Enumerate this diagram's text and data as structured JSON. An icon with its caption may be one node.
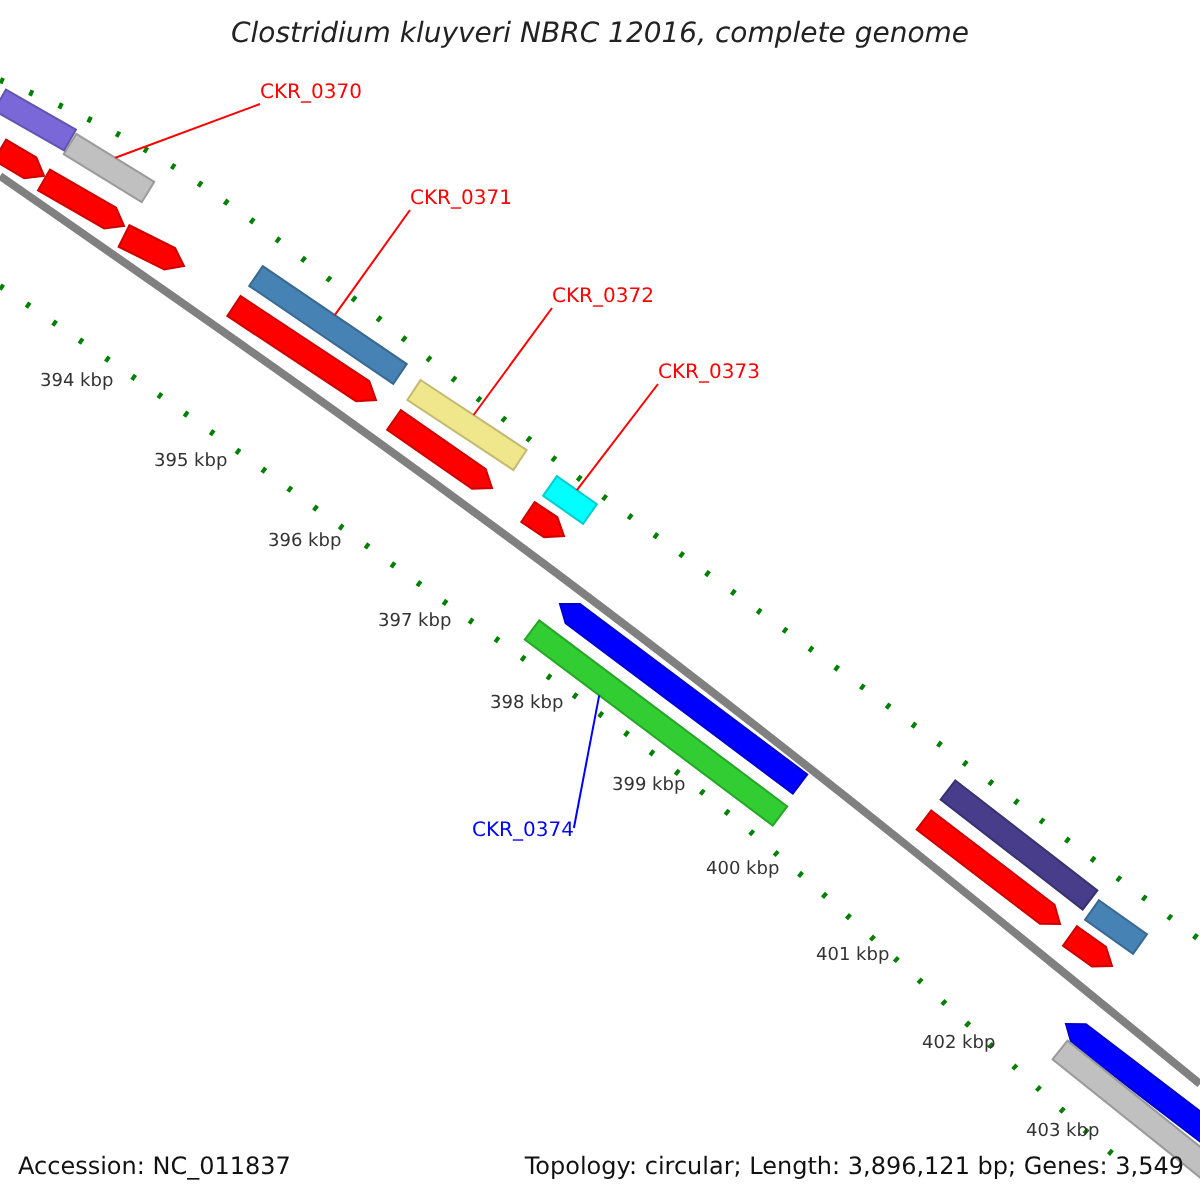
{
  "diagram": {
    "title": "Clostridium kluyveri NBRC 12016, complete genome",
    "nodes": [
      {
        "text": [
          "CKR_0370"
        ]
      },
      {
        "text": [],
        "shape": "bar"
      },
      {
        "text": [
          "CKR_0371"
        ]
      },
      {
        "text": [],
        "shape": "bar"
      },
      {
        "text": [
          "CKR_0372"
        ]
      },
      {
        "text": [],
        "shape": "bar"
      },
      {
        "text": [
          "CKR_0373"
        ]
      },
      {
        "text": [],
        "shape": "bar"
      },
      {
        "text": [],
        "shape": "bar"
      },
      {
        "text": [
          "CKR_0374"
        ]
      },
      {
        "text": [],
        "shape": "bar"
      },
      {
        "text": [],
        "shape": "pentagon"
      },
      {
        "text": [],
        "shape": "pentagon"
      },
      {
        "text": [],
        "shape": "pentagon"
      },
      {
        "text": [],
        "shape": "pentagon"
      },
      {
        "text": [],
        "shape": "pentagon"
      },
      {
        "text": [],
        "shape": "pentagon"
      },
      {
        "text": [],
        "shape": "pentagon"
      },
      {
        "text": [],
        "shape": "bar"
      },
      {
        "text": [],
        "shape": "pentagon"
      },
      {
        "text": [],
        "shape": "bar"
      },
      {
        "text": [],
        "shape": "pentagon"
      },
      {
        "text": [],
        "shape": "pentagon"
      },
      {
        "text": [],
        "shape": "bar"
      }
    ],
    "edges": [
      {
        "from": 0,
        "to": 1,
        "arrow": "none"
      },
      {
        "from": 2,
        "to": 3,
        "arrow": "none"
      },
      {
        "from": 4,
        "to": 5,
        "arrow": "none"
      },
      {
        "from": 6,
        "to": 7,
        "arrow": "none"
      },
      {
        "from": 9,
        "to": 8,
        "arrow": "none",
        "color": "#0000ff"
      }
    ],
    "labels": [
      "394 kbp",
      "395 kbp",
      "396 kbp",
      "397 kbp",
      "398 kbp",
      "399 kbp",
      "400 kbp",
      "401 kbp",
      "402 kbp",
      "403 kbp",
      "Accession: NC_011837",
      "Topology: circular; Length: 3,896,121 bp; Genes: 3,549"
    ]
  }
}
